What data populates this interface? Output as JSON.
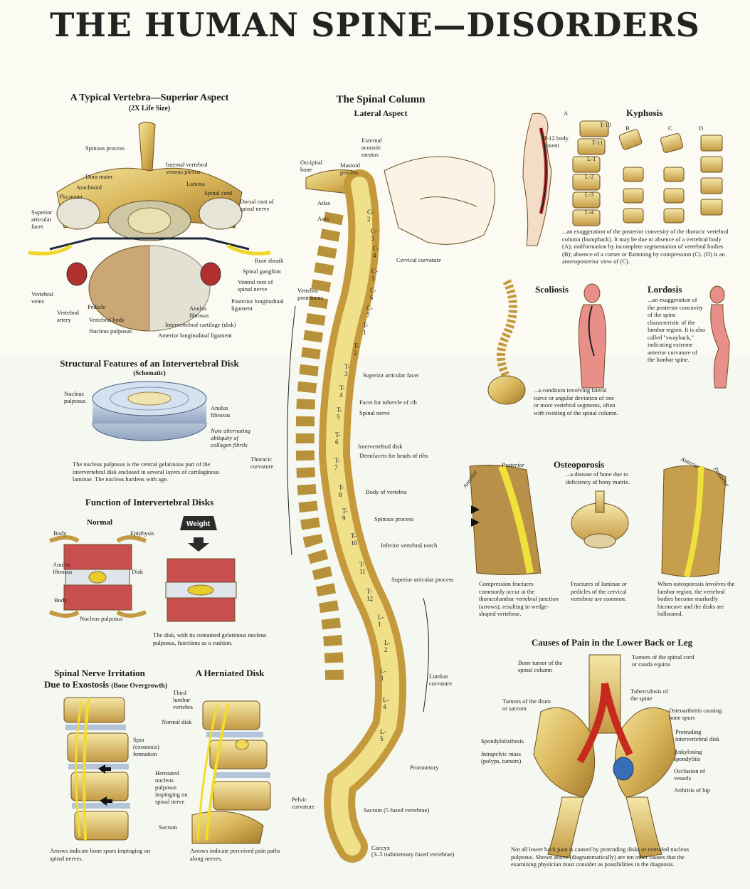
{
  "title": "THE HUMAN SPINE—DISORDERS",
  "vertebra": {
    "title": "A Typical Vertebra—Superior Aspect",
    "subtitle": "(2X Life Size)",
    "labels": {
      "spinous": "Spinous process",
      "internal_plexus": "Internal vertebral venous plexus",
      "dura": "Dura mater",
      "arachnoid": "Arachnoid",
      "lamina": "Lamina",
      "pia": "Pia mater",
      "spinal_cord": "Spinal cord",
      "dorsal_root": "Dorsal root of spinal nerve",
      "superior_facet": "Superior articular facet",
      "root_sheath": "Root sheath",
      "spinal_ganglion": "Spinal ganglion",
      "ventral_root": "Ventral root of spinal nerve",
      "vertebral_veins": "Vertebral veins",
      "pedicle": "Pedicle",
      "vertebral_artery": "Vertebral artery",
      "vertebral_body": "Vertebral body",
      "nucleus": "Nucleus pulposus",
      "anulus": "Anulus fibrosus",
      "intervertebral_cartilage": "Intervertebral cartilage (disk)",
      "posterior_ligament": "Posterior longitudinal ligament",
      "anterior_ligament": "Anterior longitudinal ligament"
    }
  },
  "disk": {
    "title": "Structural Features of an Intervertebral Disk",
    "subtitle": "(Schematic)",
    "nucleus": "Nucleus pulposus",
    "anulus": "Anulus fibrosus",
    "note": "Note alternating obliquity of collagen fibrils",
    "caption": "The nucleus pulposus is the central gelatinous part of the intervertebral disk enclosed in several layers of cartilaginous laminae. The nucleus hardens with age."
  },
  "function": {
    "title": "Function of Intervertebral Disks",
    "normal": "Normal",
    "weight": "Weight",
    "body": "Body",
    "epiphysis": "Epiphysis",
    "anulus": "Anulus fibrosus",
    "disk": "Disk",
    "body2": "Body",
    "nucleus": "Nucleus pulposus",
    "caption": "The disk, with its contained gelatinous nucleus pulposus, functions as a cushion."
  },
  "irritation": {
    "title1": "Spinal Nerve Irritation",
    "title2": "Due to Exostosis",
    "title2b": "(Bone Overgrowth)",
    "spur": "Spur (exostosis) formation",
    "caption": "Arrows indicate bone spurs impinging on spinal nerves."
  },
  "herniated": {
    "title": "A Herniated Disk",
    "third": "Third lumbar vertebra",
    "normal_disk": "Normal disk",
    "herniated": "Herniated nucleus pulposus impinging on spinal nerve",
    "sacrum": "Sacrum",
    "caption": "Arrows indicate perceived pain paths along nerves."
  },
  "column": {
    "title": "The Spinal Column",
    "subtitle": "Lateral Aspect",
    "occipital": "Occipital bone",
    "mastoid": "Mastoid process",
    "meatus": "External acoustic meatus",
    "atlas": "Atlas",
    "axis": "Axis",
    "cervical": "Cervical curvature",
    "prominens": "Vertebra prominens",
    "thoracic": "Thoracic curvature",
    "sup_facet": "Superior articular facet",
    "facet_rib": "Facet for tubercle of rib",
    "spinal_nerve": "Spinal nerve",
    "iv_disk": "Intervertebral disk",
    "demifacets": "Demifacets for heads of ribs",
    "body": "Body of vertebra",
    "spinous": "Spinous process",
    "inferior_notch": "Inferior vertebral notch",
    "sup_process": "Superior articular process",
    "lumbar": "Lumbar curvature",
    "promontory": "Promontory",
    "pelvic": "Pelvic curvature",
    "sacrum": "Sacrum (5 fused vertebrae)",
    "coccyx": "Coccyx",
    "coccyx_sub": "(3–5 rudimentary fused vertebrae)",
    "vertebrae": [
      "C-2",
      "C-3",
      "C-4",
      "C-5",
      "C-6",
      "C-7",
      "T-1",
      "T-2",
      "T-3",
      "T-4",
      "T-5",
      "T-6",
      "T-7",
      "T-8",
      "T-9",
      "T-10",
      "T-11",
      "T-12",
      "L-1",
      "L-2",
      "L-3",
      "L-4",
      "L-5"
    ]
  },
  "kyphosis": {
    "title": "Kyphosis",
    "letters": [
      "A",
      "B",
      "C",
      "D"
    ],
    "t12": "T-12 body absent",
    "vert_labels": [
      "T-10",
      "T-11",
      "L-1",
      "L-2",
      "L-3",
      "L-4"
    ],
    "caption": "...an exaggeration of the posterior convexity of the thoracic vertebral column (humpback). It may be due to absence of a vertebral body (A); malformation by incomplete segmentation of vertebral bodies (B); absence of a corner or flattening by compression (C). (D) is an anteroposterior view of (C)."
  },
  "scoliosis": {
    "title": "Scoliosis",
    "caption": "...a condition involving lateral curve or angular deviation of one or more vertebral segments, often with twisting of the spinal column."
  },
  "lordosis": {
    "title": "Lordosis",
    "caption": "...an exaggeration of the posterior concavity of the spine characteristic of the lumbar region. It is also called \"swayback,\" indicating extreme anterior curvature of the lumbar spine."
  },
  "osteoporosis": {
    "title": "Osteoporosis",
    "subtitle": "...a disease of bone due to deficiency of bony matrix.",
    "anterior": "Anterior",
    "posterior": "Posterior",
    "cap1": "Compression fractures commonly occur at the thoracolumbar vertebral junction (arrows), resulting in wedge-shaped vertebrae.",
    "cap2": "Fractures of laminae or pedicles of the cervical vertebrae are common.",
    "cap3": "When osteoporosis involves the lumbar region, the vertebral bodies become markedly biconcave and the disks are ballooned."
  },
  "pain": {
    "title": "Causes of Pain in the Lower Back or Leg",
    "bone_tumor": "Bone tumor of the spinal column",
    "tumors_cord": "Tumors of the spinal cord or cauda equina",
    "tuberculosis": "Tuberculosis of the spine",
    "tumors_ilium": "Tumors of the ilium or sacrum",
    "osteoarthritis": "Osteoarthritis causing bone spurs",
    "protruding": "Protruding intervertebral disk",
    "spondylolisthesis": "Spondylolisthesis",
    "ankylosing": "Ankylosing spondylitis",
    "intrapelvic": "Intrapelvic mass (polyps, tumors)",
    "occlusion": "Occlusion of vessels",
    "arthritis": "Arthritis of hip",
    "caption": "Not all lower back pain is caused by protruding disks or extruded nucleus pulposus. Shown above (diagrammatically) are ten other causes that the examining physician must consider as possibilities in the diagnosis."
  }
}
